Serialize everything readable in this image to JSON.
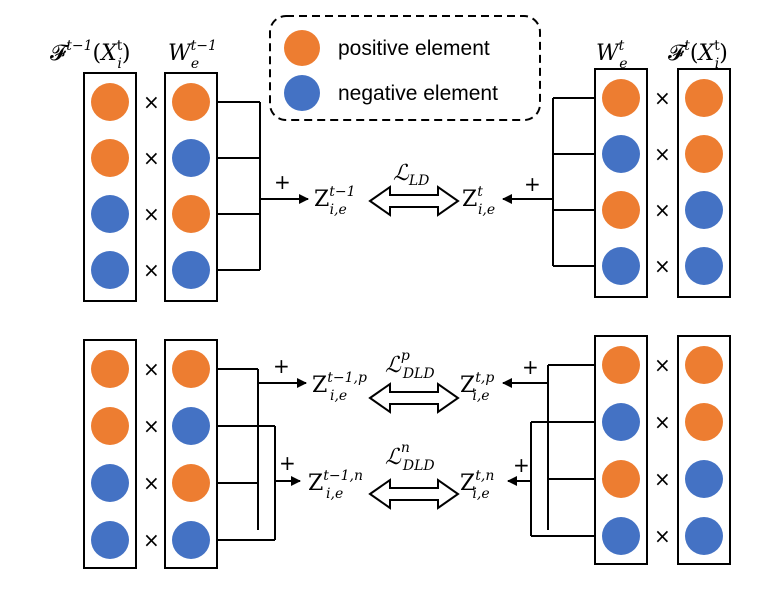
{
  "colors": {
    "positive": "#ED7D31",
    "negative": "#4472C4",
    "line": "#000000",
    "background": "#FFFFFF"
  },
  "legend": {
    "positive_label": "positive  element",
    "negative_label": "negative element"
  },
  "labels": {
    "feature_prev": {
      "base": "𝓕",
      "sup": "t−1",
      "paren_open": "(",
      "var": "X",
      "var_sup": "t",
      "var_sub": "i",
      "paren_close": ")"
    },
    "weight_prev": {
      "base": "W",
      "sup": "t−1",
      "sub": "e"
    },
    "weight_cur": {
      "base": "W",
      "sup": "t",
      "sub": "e"
    },
    "feature_cur": {
      "base": "𝓕",
      "sup": "t",
      "paren_open": "(",
      "var": "X",
      "var_sup": "t",
      "var_sub": "i",
      "paren_close": ")"
    },
    "z_prev": {
      "base": "Z",
      "sup": "t−1",
      "sub": "i,e"
    },
    "z_cur": {
      "base": "Z",
      "sup": "t",
      "sub": "i,e"
    },
    "loss_ld": {
      "base": "ℒ",
      "sub": "LD"
    },
    "z_prev_p": {
      "base": "Z",
      "sup": "t−1,p",
      "sub": "i,e"
    },
    "z_cur_p": {
      "base": "Z",
      "sup": "t,p",
      "sub": "i,e"
    },
    "loss_dld_p": {
      "base": "ℒ",
      "sup": "p",
      "sub": "DLD"
    },
    "z_prev_n": {
      "base": "Z",
      "sup": "t−1,n",
      "sub": "i,e"
    },
    "z_cur_n": {
      "base": "Z",
      "sup": "t,n",
      "sub": "i,e"
    },
    "loss_dld_n": {
      "base": "ℒ",
      "sup": "n",
      "sub": "DLD"
    }
  },
  "symbols": {
    "times": "×",
    "plus": "+"
  },
  "columns": {
    "top_feature_prev": [
      "positive",
      "positive",
      "negative",
      "negative"
    ],
    "top_weight_prev": [
      "positive",
      "negative",
      "positive",
      "negative"
    ],
    "top_weight_cur": [
      "positive",
      "negative",
      "positive",
      "negative"
    ],
    "top_feature_cur": [
      "positive",
      "positive",
      "negative",
      "negative"
    ],
    "bottom_feature_prev": [
      "positive",
      "positive",
      "negative",
      "negative"
    ],
    "bottom_weight_prev": [
      "positive",
      "negative",
      "positive",
      "negative"
    ],
    "bottom_weight_cur": [
      "positive",
      "negative",
      "positive",
      "negative"
    ],
    "bottom_feature_cur": [
      "positive",
      "positive",
      "negative",
      "negative"
    ]
  }
}
